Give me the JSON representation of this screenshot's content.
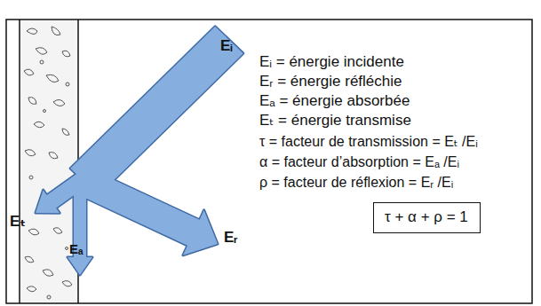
{
  "diagram": {
    "nodes": [
      {
        "text": [
          "τ + α + ρ = 1"
        ]
      }
    ],
    "labels": [
      "Eᵢ",
      "Eᵣ",
      "Eₜ",
      "Eₐ",
      "Eᵢ = énergie incidente",
      "Eᵣ = énergie réfléchie",
      "Eₐ = énergie absorbée",
      "Eₜ = énergie transmise",
      "τ = facteur de transmission = Eₜ /Eᵢ",
      "α = facteur d’absorption = Eₐ /Eᵢ",
      "ρ = facteur de réflexion = Eᵣ /Eᵢ"
    ]
  }
}
